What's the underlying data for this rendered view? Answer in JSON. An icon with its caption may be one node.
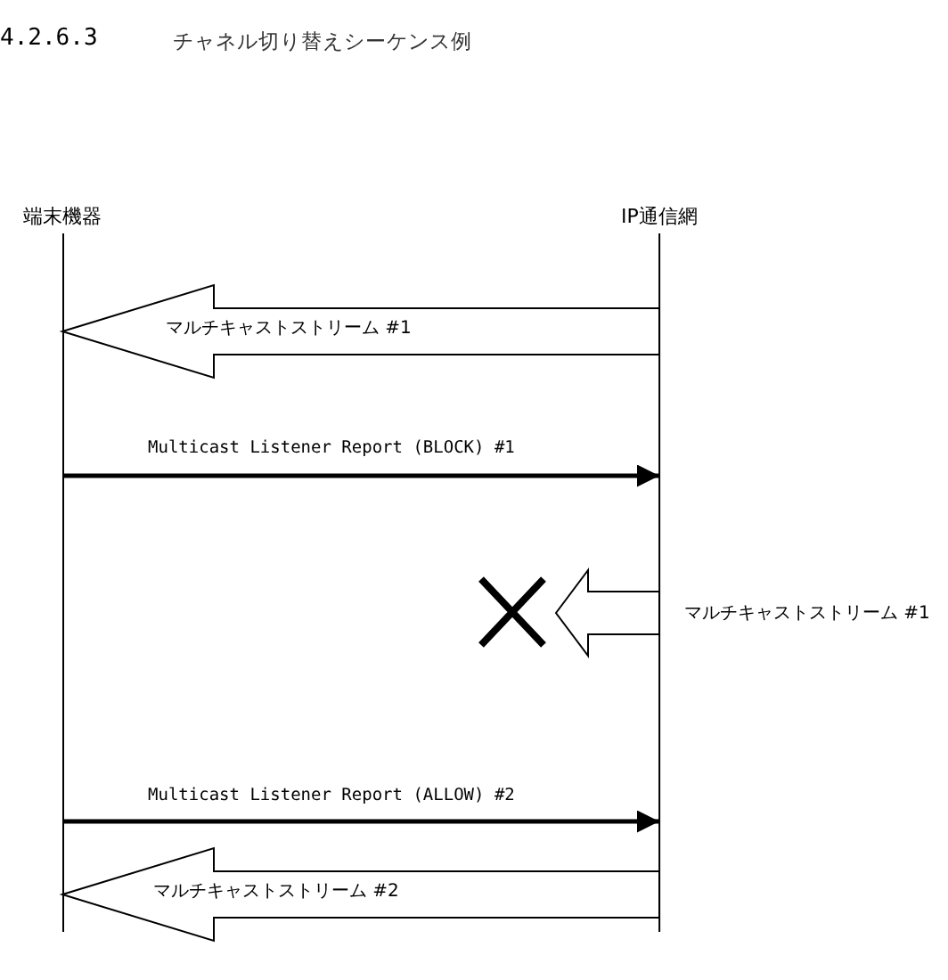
{
  "diagram": {
    "title": "チャネル切り替えシーケンス例",
    "nodes": [
      {
        "text": [
          "端末機器"
        ]
      },
      {
        "text": [
          "IP通信網"
        ]
      }
    ],
    "edges": [
      {
        "from": 1,
        "to": 0,
        "arrow": "to",
        "label": "マルチキャストストリーム #1",
        "style": "thick"
      },
      {
        "from": 0,
        "to": 1,
        "arrow": "to",
        "label": "Multicast Listener Report (BLOCK) #1"
      },
      {
        "from": 1,
        "to": null,
        "arrow": "to",
        "label": "マルチキャストストリーム #1",
        "style": "thick"
      },
      {
        "from": 0,
        "to": 1,
        "arrow": "to",
        "label": "Multicast Listener Report (ALLOW) #2"
      },
      {
        "from": 1,
        "to": 0,
        "arrow": "to",
        "label": "マルチキャストストリーム #2",
        "style": "thick"
      }
    ],
    "labels": [
      "4.2.6.3"
    ]
  }
}
